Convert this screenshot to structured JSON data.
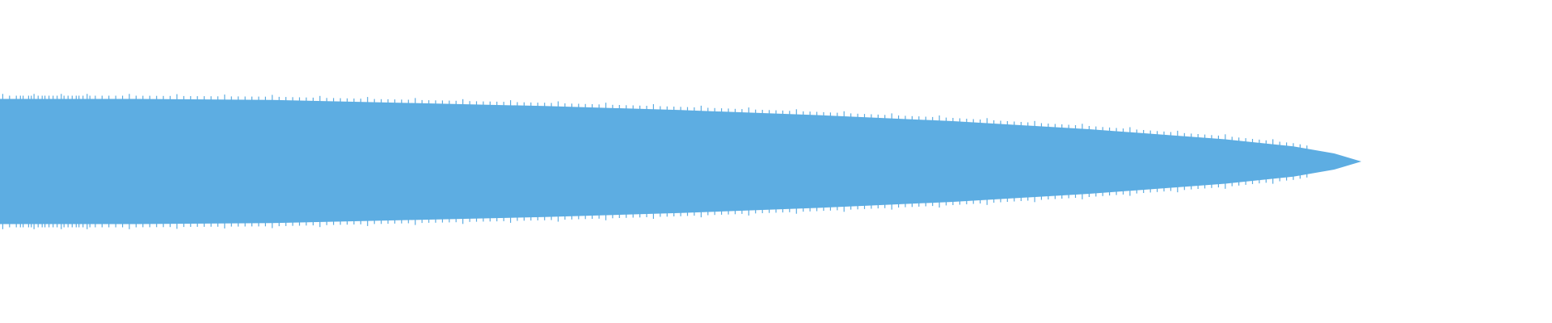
{
  "chart_data": {
    "type": "area",
    "x": [
      0,
      0.1,
      0.2,
      0.3,
      0.4,
      0.5,
      0.6,
      0.7,
      0.8,
      0.9,
      0.95,
      0.98,
      1.0
    ],
    "y_max": [
      0.62,
      0.62,
      0.61,
      0.58,
      0.55,
      0.51,
      0.46,
      0.4,
      0.32,
      0.22,
      0.15,
      0.08,
      0.0
    ],
    "y_min": [
      -0.62,
      -0.62,
      -0.61,
      -0.58,
      -0.55,
      -0.51,
      -0.46,
      -0.4,
      -0.32,
      -0.22,
      -0.15,
      -0.08,
      0.0
    ],
    "ylim": [
      -1,
      1
    ],
    "xlim": [
      0,
      1.14
    ],
    "ticks_top": [
      0.002,
      0.007,
      0.012,
      0.015,
      0.017,
      0.021,
      0.023,
      0.025,
      0.028,
      0.031,
      0.033,
      0.036,
      0.039,
      0.042,
      0.045,
      0.047,
      0.05,
      0.053,
      0.056,
      0.058,
      0.061,
      0.064,
      0.066,
      0.07,
      0.075,
      0.08,
      0.085,
      0.09,
      0.095,
      0.1,
      0.105,
      0.11,
      0.115,
      0.12,
      0.125,
      0.13,
      0.135,
      0.14,
      0.145,
      0.15,
      0.155,
      0.16,
      0.165,
      0.17,
      0.175,
      0.18,
      0.185,
      0.19,
      0.195,
      0.2,
      0.205,
      0.21,
      0.215,
      0.22,
      0.225,
      0.23,
      0.235,
      0.24,
      0.245,
      0.25,
      0.255,
      0.26,
      0.265,
      0.27,
      0.275,
      0.28,
      0.285,
      0.29,
      0.295,
      0.3,
      0.305,
      0.31,
      0.315,
      0.32,
      0.325,
      0.33,
      0.335,
      0.34,
      0.345,
      0.35,
      0.355,
      0.36,
      0.365,
      0.37,
      0.375,
      0.38,
      0.385,
      0.39,
      0.395,
      0.4,
      0.405,
      0.41,
      0.415,
      0.42,
      0.425,
      0.43,
      0.435,
      0.44,
      0.445,
      0.45,
      0.455,
      0.46,
      0.465,
      0.47,
      0.475,
      0.48,
      0.485,
      0.49,
      0.495,
      0.5,
      0.505,
      0.51,
      0.515,
      0.52,
      0.525,
      0.53,
      0.535,
      0.54,
      0.545,
      0.55,
      0.555,
      0.56,
      0.565,
      0.57,
      0.575,
      0.58,
      0.585,
      0.59,
      0.595,
      0.6,
      0.605,
      0.61,
      0.615,
      0.62,
      0.625,
      0.63,
      0.635,
      0.64,
      0.645,
      0.65,
      0.655,
      0.66,
      0.665,
      0.67,
      0.675,
      0.68,
      0.685,
      0.69,
      0.695,
      0.7,
      0.705,
      0.71,
      0.715,
      0.72,
      0.725,
      0.73,
      0.735,
      0.74,
      0.745,
      0.75,
      0.755,
      0.76,
      0.765,
      0.77,
      0.775,
      0.78,
      0.785,
      0.79,
      0.795,
      0.8,
      0.805,
      0.81,
      0.815,
      0.82,
      0.825,
      0.83,
      0.835,
      0.84,
      0.845,
      0.85,
      0.855,
      0.86,
      0.865,
      0.87,
      0.875,
      0.88,
      0.885,
      0.89,
      0.895,
      0.9,
      0.905,
      0.91,
      0.915,
      0.92,
      0.925,
      0.93,
      0.935,
      0.94,
      0.945,
      0.95,
      0.955,
      0.96
    ],
    "grid": false,
    "legend": "none",
    "title": "",
    "xlabel": "",
    "ylabel": ""
  },
  "colors": {
    "waveform": "#5DADE2",
    "background": "#ffffff"
  }
}
